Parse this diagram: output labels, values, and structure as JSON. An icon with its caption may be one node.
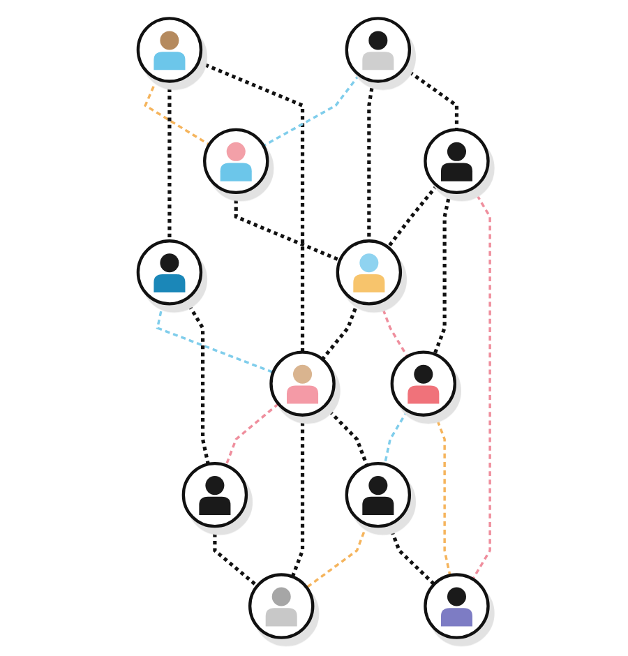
{
  "diagram": {
    "nodes": [
      {
        "text": [],
        "shape": "person"
      },
      {
        "text": [],
        "shape": "person"
      },
      {
        "text": [],
        "shape": "person"
      },
      {
        "text": [],
        "shape": "person"
      },
      {
        "text": [],
        "shape": "person"
      },
      {
        "text": [],
        "shape": "person"
      },
      {
        "text": [],
        "shape": "person"
      },
      {
        "text": [],
        "shape": "person"
      },
      {
        "text": [],
        "shape": "person"
      },
      {
        "text": [],
        "shape": "person"
      },
      {
        "text": [],
        "shape": "person"
      },
      {
        "text": [],
        "shape": "person"
      }
    ],
    "edges": [
      {
        "from": 0,
        "to": 1,
        "arrow": "none",
        "style": "dashed",
        "color": "#f5b45c"
      },
      {
        "from": 0,
        "to": 5,
        "arrow": "none",
        "style": "dashed"
      },
      {
        "from": 0,
        "to": 6,
        "arrow": "none",
        "style": "dashed"
      },
      {
        "from": 2,
        "to": 1,
        "arrow": "none",
        "style": "dashed",
        "color": "#7fcdeb"
      },
      {
        "from": 1,
        "to": 3,
        "arrow": "none",
        "style": "dashed"
      },
      {
        "from": 2,
        "to": 3,
        "arrow": "none",
        "style": "dashed"
      },
      {
        "from": 2,
        "to": 4,
        "arrow": "none",
        "style": "dashed"
      },
      {
        "from": 4,
        "to": 3,
        "arrow": "none",
        "style": "dashed"
      },
      {
        "from": 3,
        "to": 6,
        "arrow": "none",
        "style": "dashed"
      },
      {
        "from": 3,
        "to": 7,
        "arrow": "none",
        "style": "dashed",
        "color": "#ef8e9d"
      },
      {
        "from": 4,
        "to": 7,
        "arrow": "none",
        "style": "dashed"
      },
      {
        "from": 4,
        "to": 11,
        "arrow": "none",
        "style": "dashed",
        "color": "#ef8e9d"
      },
      {
        "from": 5,
        "to": 6,
        "arrow": "none",
        "style": "dashed",
        "color": "#7fcdeb"
      },
      {
        "from": 5,
        "to": 8,
        "arrow": "none",
        "style": "dashed"
      },
      {
        "from": 6,
        "to": 8,
        "arrow": "none",
        "style": "dashed",
        "color": "#ef8e9d"
      },
      {
        "from": 6,
        "to": 9,
        "arrow": "none",
        "style": "dashed"
      },
      {
        "from": 6,
        "to": 10,
        "arrow": "none",
        "style": "dashed"
      },
      {
        "from": 7,
        "to": 10,
        "arrow": "none",
        "style": "dashed",
        "color": "#7fcdeb"
      },
      {
        "from": 7,
        "to": 11,
        "arrow": "none",
        "style": "dashed",
        "color": "#f5b45c"
      },
      {
        "from": 8,
        "to": 9,
        "arrow": "none",
        "style": "dashed"
      },
      {
        "from": 10,
        "to": 9,
        "arrow": "none",
        "style": "dashed",
        "color": "#f5b45c"
      },
      {
        "from": 10,
        "to": 11,
        "arrow": "none",
        "style": "dashed"
      }
    ]
  }
}
